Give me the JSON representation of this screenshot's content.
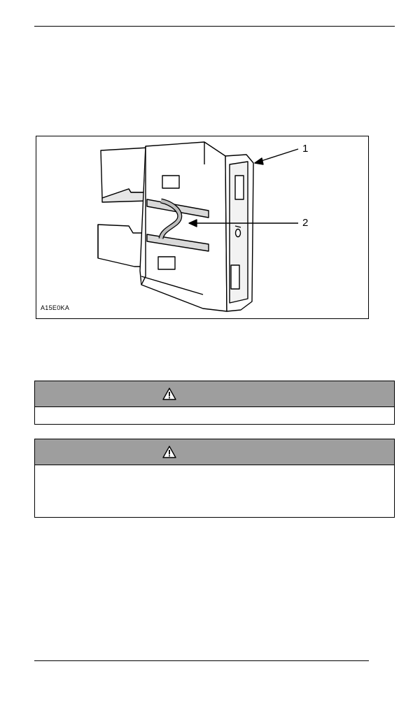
{
  "figure": {
    "code": "A15E0KA",
    "callouts": [
      {
        "id": "1",
        "label": "1"
      },
      {
        "id": "2",
        "label": "2"
      }
    ],
    "fuse_marking": "10"
  },
  "notices": [
    {
      "icon": "warning-triangle-icon",
      "header_color": "#9e9e9e",
      "body": ""
    },
    {
      "icon": "warning-triangle-icon",
      "header_color": "#9e9e9e",
      "body": ""
    }
  ]
}
